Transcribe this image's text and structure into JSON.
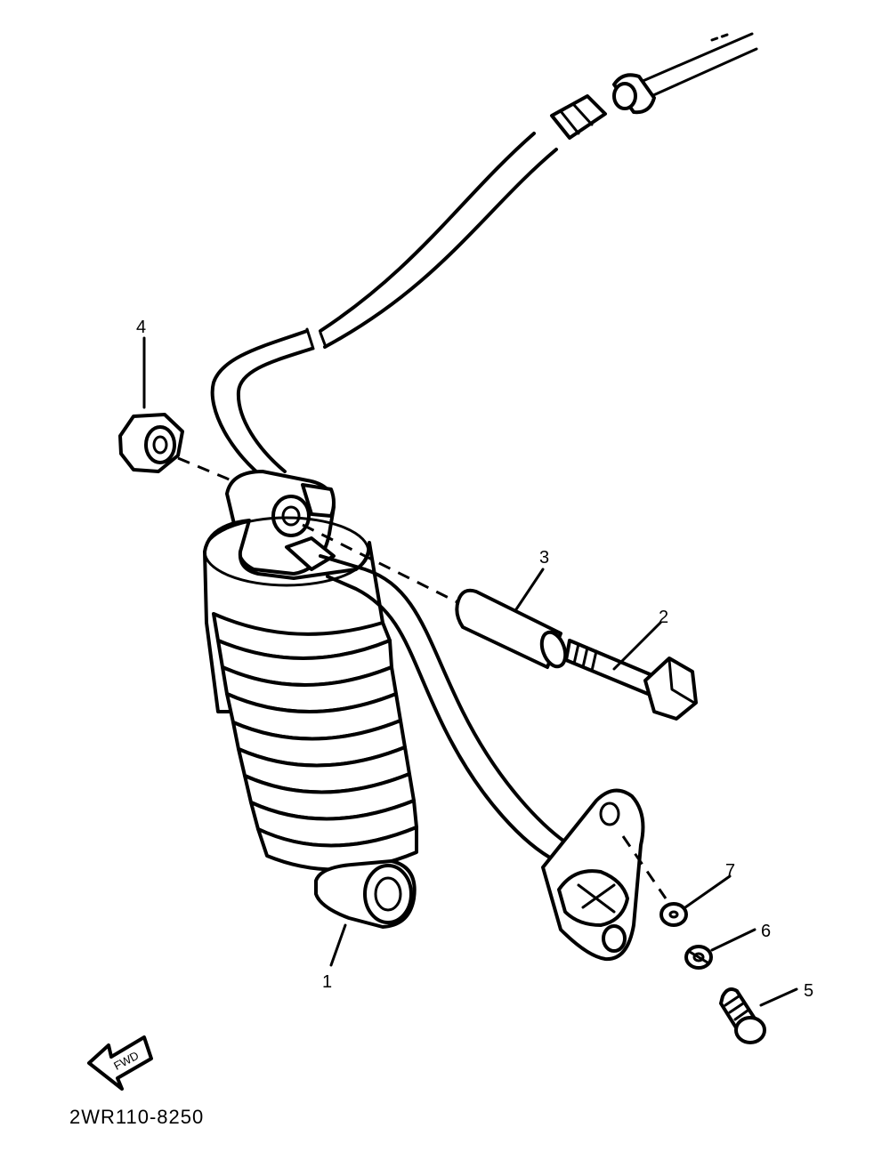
{
  "diagram": {
    "callouts": [
      {
        "id": "1",
        "label": "1"
      },
      {
        "id": "2",
        "label": "2"
      },
      {
        "id": "3",
        "label": "3"
      },
      {
        "id": "4",
        "label": "4"
      },
      {
        "id": "5",
        "label": "5"
      },
      {
        "id": "6",
        "label": "6"
      },
      {
        "id": "7",
        "label": "7"
      }
    ],
    "fwd_label": "FWD",
    "drawing_code": "2WR110-8250"
  }
}
